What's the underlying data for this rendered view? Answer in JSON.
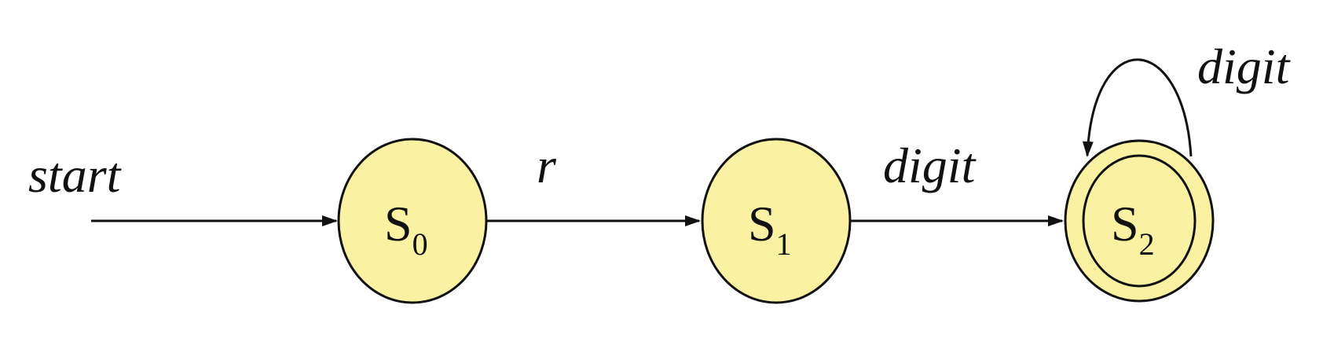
{
  "diagram": {
    "start_label": "start",
    "state_fill": "#fbf1a3",
    "line_color": "#111111",
    "states": [
      {
        "id": "s0",
        "name": "S",
        "sub": "0",
        "accepting": false
      },
      {
        "id": "s1",
        "name": "S",
        "sub": "1",
        "accepting": false
      },
      {
        "id": "s2",
        "name": "S",
        "sub": "2",
        "accepting": true
      }
    ],
    "transitions": [
      {
        "from": "start",
        "to": "s0",
        "label": ""
      },
      {
        "from": "s0",
        "to": "s1",
        "label": "r"
      },
      {
        "from": "s1",
        "to": "s2",
        "label": "digit"
      },
      {
        "from": "s2",
        "to": "s2",
        "label": "digit"
      }
    ]
  }
}
